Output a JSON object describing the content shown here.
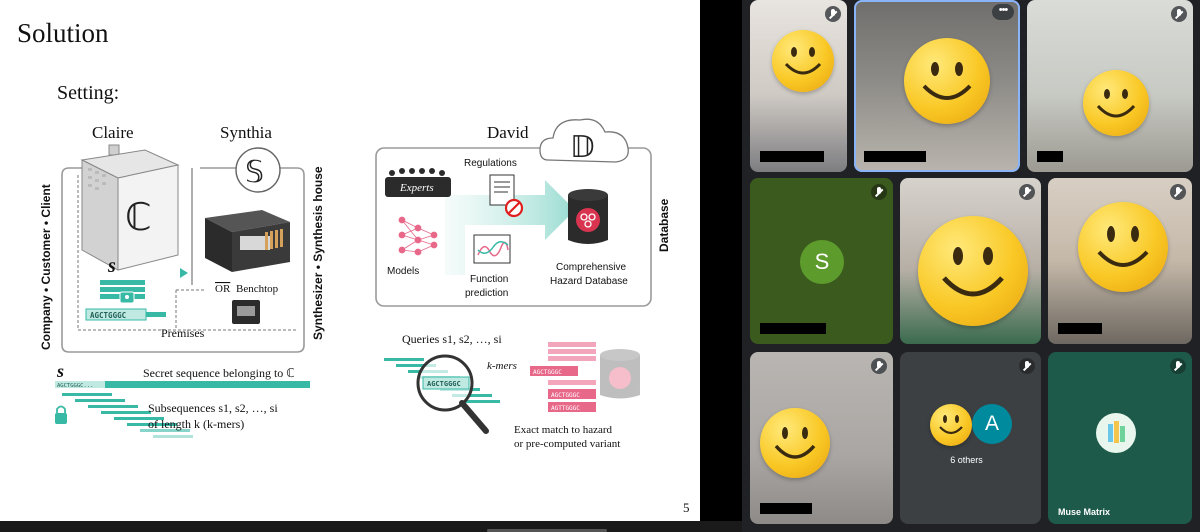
{
  "slide": {
    "title": "Solution",
    "setting": "Setting:",
    "page_number": "5",
    "actors": {
      "claire": "Claire",
      "synthia": "Synthia",
      "david": "David",
      "claire_symbol": "ℂ",
      "synthia_symbol": "𝕊",
      "david_symbol": "𝔻"
    },
    "side_labels": {
      "claire": "Company • Customer • Client",
      "synthia": "Synthesizer • Synthesis house",
      "david": "Database"
    },
    "claire_box": {
      "secret_symbol": "s",
      "sequence": "AGCTGGGC",
      "premises": "Premises"
    },
    "synthia_box": {
      "or": "OR",
      "benchtop": "Benchtop"
    },
    "david_box": {
      "experts": "Experts",
      "regulations": "Regulations",
      "models": "Models",
      "function_prediction_1": "Function",
      "function_prediction_2": "prediction",
      "db_1": "Comprehensive",
      "db_2": "Hazard Database"
    },
    "bottom_left": {
      "secret_symbol": "s",
      "secret_caption": "Secret sequence belonging to ℂ",
      "strand_label": "AGCTGGGC...",
      "subsequences_1": "Subsequences s1, s2, …, si",
      "subsequences_2": "of length k (k-mers)"
    },
    "bottom_right": {
      "queries": "Queries s1, s2, …, si",
      "kmers": "k-mers",
      "magnified": "AGCTGGGC",
      "match_1": "AGCTGGGC",
      "match_2": "AGCTGGGC",
      "match_3": "AGTTGGGC",
      "exact_1": "Exact match to hazard",
      "exact_2": "or pre-computed variant"
    }
  },
  "participants": [
    {
      "id": "p1",
      "muted": true
    },
    {
      "id": "p2",
      "active": true,
      "menu": "•••"
    },
    {
      "id": "p3",
      "muted": true
    },
    {
      "id": "p4",
      "initial": "S",
      "muted": true
    },
    {
      "id": "p5",
      "muted": true
    },
    {
      "id": "p6",
      "muted": true
    },
    {
      "id": "p7",
      "muted": true
    },
    {
      "id": "p8",
      "initial": "A",
      "label": "6 others"
    },
    {
      "id": "p9",
      "name": "Muse Matrix",
      "muted": true
    }
  ],
  "colors": {
    "teal": "#37b9a6",
    "teal_light": "#bfe9e1",
    "pink": "#e8688a",
    "dark": "#2b2b2b",
    "grid_bg": "#202124",
    "active_border": "#8ab4f8"
  }
}
